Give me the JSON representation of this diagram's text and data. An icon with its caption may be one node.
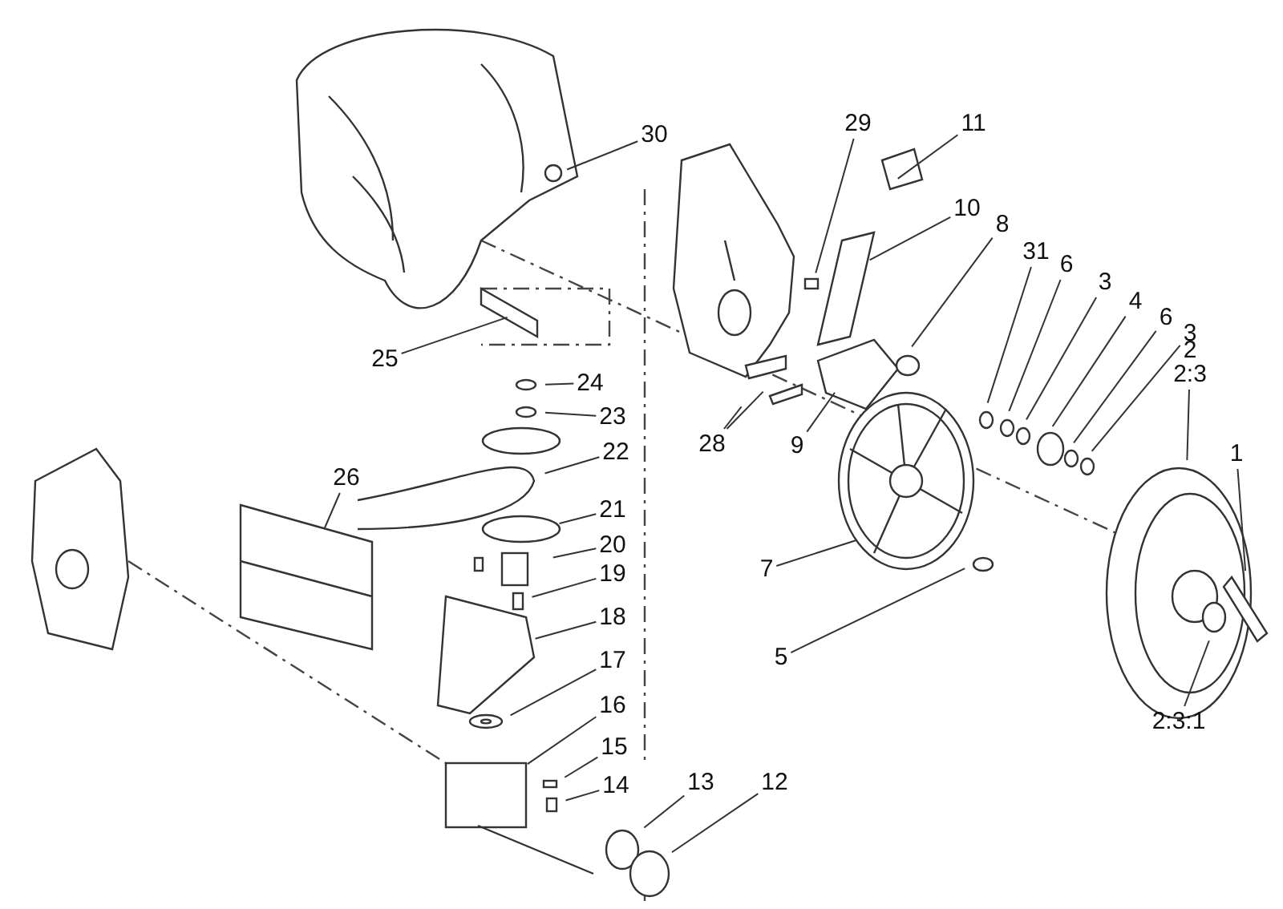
{
  "diagram": {
    "nodes": [
      {
        "text": [
          "30"
        ]
      },
      {
        "text": [
          "29"
        ]
      },
      {
        "text": [
          "11"
        ]
      },
      {
        "text": [
          "10"
        ]
      },
      {
        "text": [
          "8"
        ]
      },
      {
        "text": [
          "31"
        ]
      },
      {
        "text": [
          "6"
        ]
      },
      {
        "text": [
          "3"
        ]
      },
      {
        "text": [
          "4"
        ]
      },
      {
        "text": [
          "6"
        ]
      },
      {
        "text": [
          "3"
        ]
      },
      {
        "text": [
          "2",
          "2:3"
        ]
      },
      {
        "text": [
          "1"
        ]
      },
      {
        "text": [
          "25"
        ]
      },
      {
        "text": [
          "28"
        ]
      },
      {
        "text": [
          "9"
        ]
      },
      {
        "text": [
          "24"
        ]
      },
      {
        "text": [
          "23"
        ]
      },
      {
        "text": [
          "22"
        ]
      },
      {
        "text": [
          "26"
        ]
      },
      {
        "text": [
          "21"
        ]
      },
      {
        "text": [
          "20"
        ]
      },
      {
        "text": [
          "19"
        ]
      },
      {
        "text": [
          "18"
        ]
      },
      {
        "text": [
          "17"
        ]
      },
      {
        "text": [
          "16"
        ]
      },
      {
        "text": [
          "15"
        ]
      },
      {
        "text": [
          "14"
        ]
      },
      {
        "text": [
          "13"
        ]
      },
      {
        "text": [
          "12"
        ]
      },
      {
        "text": [
          "7"
        ]
      },
      {
        "text": [
          "5"
        ]
      },
      {
        "text": [
          "2:3:1"
        ]
      }
    ],
    "edges": [
      {
        "from": 0,
        "to": null,
        "arrow": "none"
      },
      {
        "from": 1,
        "to": null,
        "arrow": "none"
      },
      {
        "from": 2,
        "to": null,
        "arrow": "none"
      },
      {
        "from": 3,
        "to": null,
        "arrow": "none"
      },
      {
        "from": 4,
        "to": null,
        "arrow": "none"
      },
      {
        "from": 5,
        "to": null,
        "arrow": "none"
      },
      {
        "from": 6,
        "to": null,
        "arrow": "none"
      },
      {
        "from": 7,
        "to": null,
        "arrow": "none"
      },
      {
        "from": 8,
        "to": null,
        "arrow": "none"
      },
      {
        "from": 9,
        "to": null,
        "arrow": "none"
      },
      {
        "from": 10,
        "to": null,
        "arrow": "none"
      },
      {
        "from": 11,
        "to": null,
        "arrow": "none"
      },
      {
        "from": 12,
        "to": null,
        "arrow": "none"
      },
      {
        "from": 13,
        "to": null,
        "arrow": "none"
      },
      {
        "from": 14,
        "to": null,
        "arrow": "none"
      },
      {
        "from": 14,
        "to": null,
        "arrow": "none"
      },
      {
        "from": 15,
        "to": null,
        "arrow": "none"
      },
      {
        "from": 16,
        "to": null,
        "arrow": "none"
      },
      {
        "from": 17,
        "to": null,
        "arrow": "none"
      },
      {
        "from": 18,
        "to": null,
        "arrow": "none"
      },
      {
        "from": 19,
        "to": null,
        "arrow": "none"
      },
      {
        "from": 20,
        "to": null,
        "arrow": "none"
      },
      {
        "from": 21,
        "to": null,
        "arrow": "none"
      },
      {
        "from": 22,
        "to": null,
        "arrow": "none"
      },
      {
        "from": 23,
        "to": null,
        "arrow": "none"
      },
      {
        "from": 24,
        "to": null,
        "arrow": "none"
      },
      {
        "from": 25,
        "to": null,
        "arrow": "none"
      },
      {
        "from": 26,
        "to": null,
        "arrow": "none"
      },
      {
        "from": 27,
        "to": null,
        "arrow": "none"
      },
      {
        "from": 28,
        "to": null,
        "arrow": "none"
      },
      {
        "from": 29,
        "to": null,
        "arrow": "none"
      },
      {
        "from": 30,
        "to": null,
        "arrow": "none"
      },
      {
        "from": 31,
        "to": null,
        "arrow": "none"
      },
      {
        "from": 32,
        "to": null,
        "arrow": "none"
      }
    ]
  }
}
